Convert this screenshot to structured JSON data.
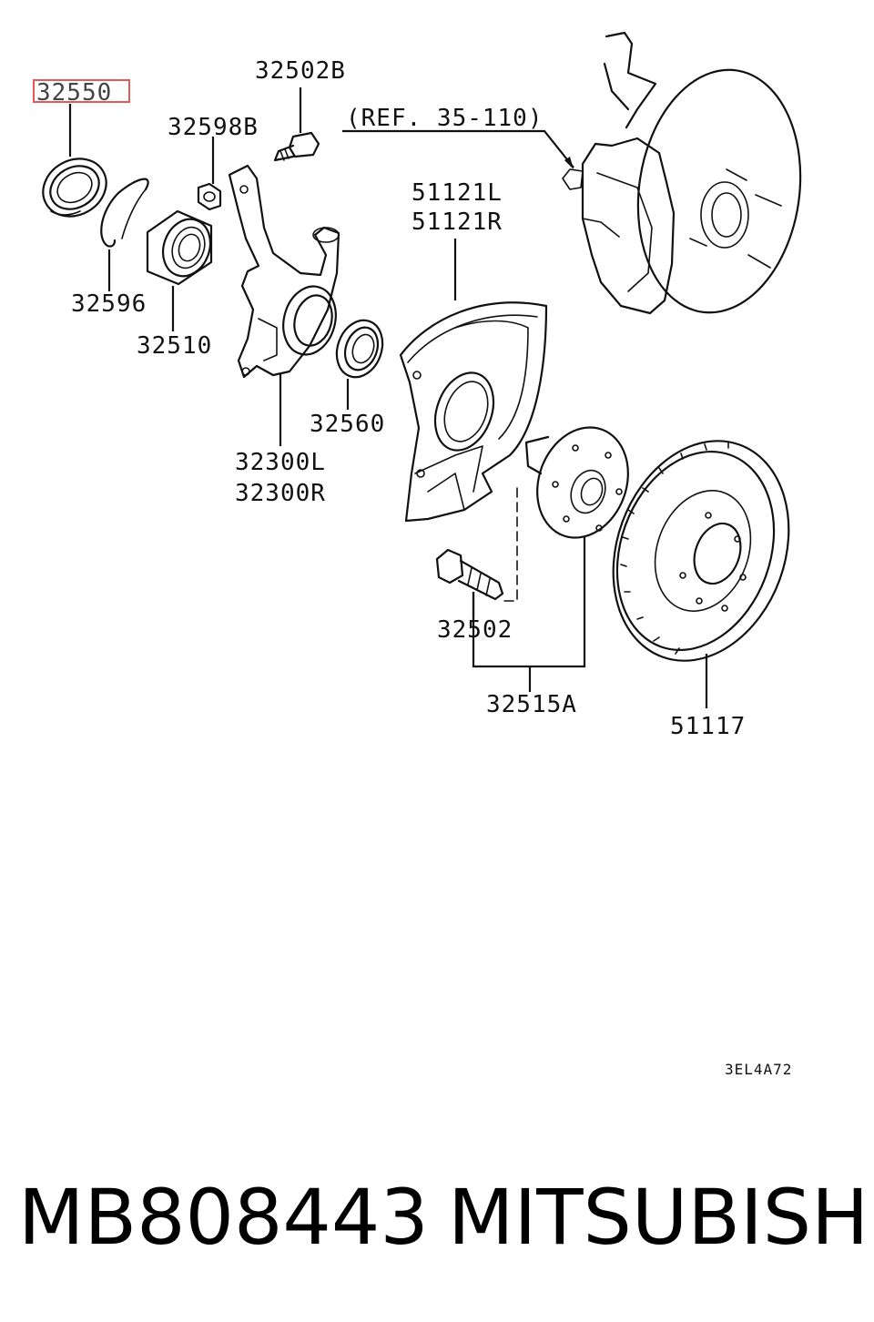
{
  "diagram": {
    "highlight_color": "#e05a5a",
    "labels": {
      "p32550": "32550",
      "p32596": "32596",
      "p32510": "32510",
      "p32598B": "32598B",
      "p32502B": "32502B",
      "ref": "(REF. 35-110)",
      "p51121L": "51121L",
      "p51121R": "51121R",
      "p32560": "32560",
      "p32300L": "32300L",
      "p32300R": "32300R",
      "p32502": "32502",
      "p32515A": "32515A",
      "p51117": "51117"
    },
    "drawing_code": "3EL4A72"
  },
  "footer": {
    "part_number": "MB808443",
    "brand": "MITSUBISHI"
  }
}
